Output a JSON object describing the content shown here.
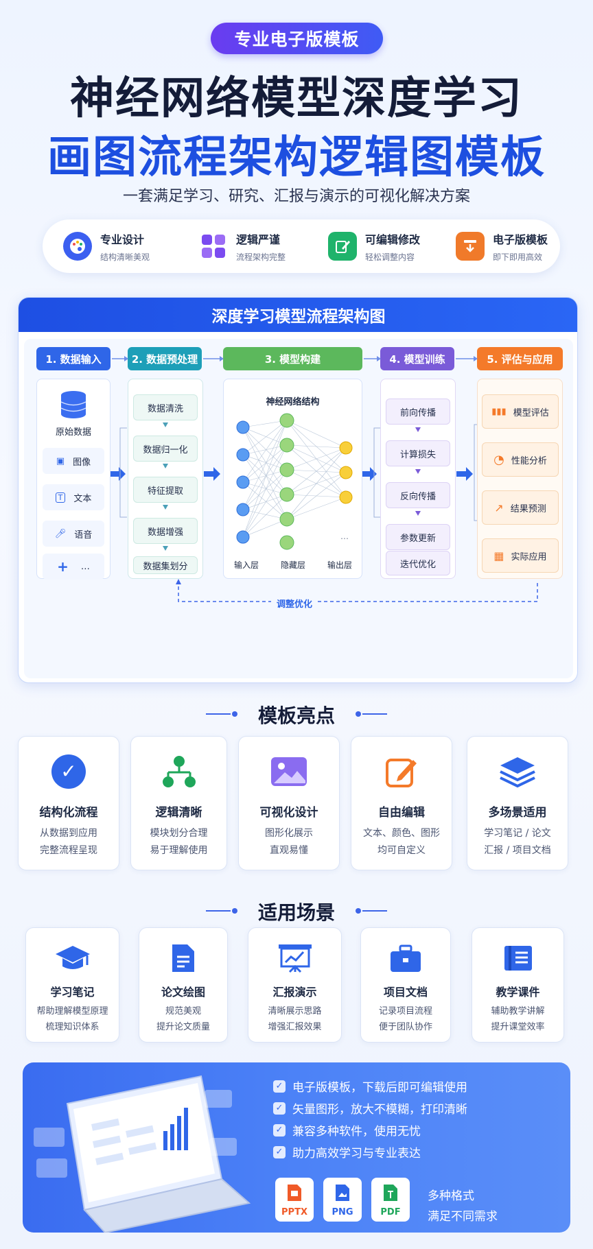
{
  "badge": "专业电子版模板",
  "title_line1": "神经网络模型深度学习",
  "title_line2": "画图流程架构逻辑图模板",
  "subtitle": "一套满足学习、研究、汇报与演示的可视化解决方案",
  "features": [
    {
      "title": "专业设计",
      "desc": "结构清晰美观",
      "icon": "palette-icon",
      "color": "#3b5ff0"
    },
    {
      "title": "逻辑严谨",
      "desc": "流程架构完整",
      "icon": "grid-icon",
      "color": "#7b4bf0"
    },
    {
      "title": "可编辑修改",
      "desc": "轻松调整内容",
      "icon": "edit-icon",
      "color": "#1fb36b"
    },
    {
      "title": "电子版模板",
      "desc": "即下即用高效",
      "icon": "download-box-icon",
      "color": "#f07a2a"
    }
  ],
  "diagram": {
    "title": "深度学习模型流程架构图",
    "stages": [
      {
        "label": "1. 数据输入",
        "color": "#2f66e8"
      },
      {
        "label": "2. 数据预处理",
        "color": "#1d9fb8"
      },
      {
        "label": "3. 模型构建",
        "color": "#5cb85c"
      },
      {
        "label": "4. 模型训练",
        "color": "#7a5bd8"
      },
      {
        "label": "5. 评估与应用",
        "color": "#f47a2a"
      }
    ],
    "input": {
      "raw": "原始数据",
      "items": [
        "图像",
        "文本",
        "语音",
        "…"
      ]
    },
    "preprocess": [
      "数据清洗",
      "数据归一化",
      "特征提取",
      "数据增强",
      "数据集划分"
    ],
    "network": {
      "title": "神经网络结构",
      "layers": [
        "输入层",
        "隐藏层",
        "输出层"
      ],
      "dots": "…"
    },
    "training": [
      "前向传播",
      "计算损失",
      "反向传播",
      "参数更新",
      "迭代优化"
    ],
    "evaluation": [
      "模型评估",
      "性能分析",
      "结果预测",
      "实际应用"
    ],
    "feedback": "调整优化"
  },
  "highlights": {
    "title": "模板亮点",
    "cards": [
      {
        "title": "结构化流程",
        "l1": "从数据到应用",
        "l2": "完整流程呈现",
        "icon": "check-circle-icon"
      },
      {
        "title": "逻辑清晰",
        "l1": "模块划分合理",
        "l2": "易于理解使用",
        "icon": "hierarchy-icon"
      },
      {
        "title": "可视化设计",
        "l1": "图形化展示",
        "l2": "直观易懂",
        "icon": "image-icon"
      },
      {
        "title": "自由编辑",
        "l1": "文本、颜色、图形",
        "l2": "均可自定义",
        "icon": "edit-icon"
      },
      {
        "title": "多场景适用",
        "l1": "学习笔记 / 论文",
        "l2": "汇报 / 项目文档",
        "icon": "layers-icon"
      }
    ]
  },
  "scenes": {
    "title": "适用场景",
    "cards": [
      {
        "title": "学习笔记",
        "l1": "帮助理解模型原理",
        "l2": "梳理知识体系",
        "icon": "graduation-cap-icon"
      },
      {
        "title": "论文绘图",
        "l1": "规范美观",
        "l2": "提升论文质量",
        "icon": "document-icon"
      },
      {
        "title": "汇报演示",
        "l1": "清晰展示思路",
        "l2": "增强汇报效果",
        "icon": "presentation-icon"
      },
      {
        "title": "项目文档",
        "l1": "记录项目流程",
        "l2": "便于团队协作",
        "icon": "briefcase-icon"
      },
      {
        "title": "教学课件",
        "l1": "辅助教学讲解",
        "l2": "提升课堂效率",
        "icon": "book-icon"
      }
    ]
  },
  "bottom": {
    "checks": [
      "电子版模板，下载后即可编辑使用",
      "矢量图形，放大不模糊，打印清晰",
      "兼容多种软件，使用无忧",
      "助力高效学习与专业表达"
    ],
    "formats": [
      {
        "label": "PPTX",
        "color": "#f05a28"
      },
      {
        "label": "PNG",
        "color": "#2f66e8"
      },
      {
        "label": "PDF",
        "color": "#1fa65a"
      }
    ],
    "fmt_line1": "多种格式",
    "fmt_line2": "满足不同需求"
  }
}
